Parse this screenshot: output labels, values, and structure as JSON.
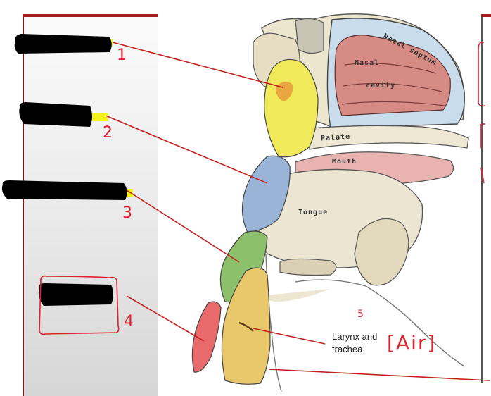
{
  "handwritten_numbers": [
    "1",
    "2",
    "3",
    "4",
    "5"
  ],
  "structures": {
    "nasal_septum": "Nasal septum",
    "nasal_cavity_top": "Nasal",
    "nasal_cavity_bottom": "cavity",
    "palate": "Palate",
    "mouth": "Mouth",
    "tongue": "Tongue"
  },
  "larynx_label_line1": "Larynx and",
  "larynx_label_line2": "trachea",
  "air_note": "[Air]",
  "colors": {
    "annotation_red": "#e0202e",
    "highlight_yellow": "#f4f21c",
    "redaction": "#000000",
    "nasopharynx": "#f0ea5a",
    "oropharynx": "#9ab4d8",
    "laryngopharynx": "#8cc06a",
    "esophagus": "#e86a6a",
    "larynx": "#e8c86a"
  }
}
